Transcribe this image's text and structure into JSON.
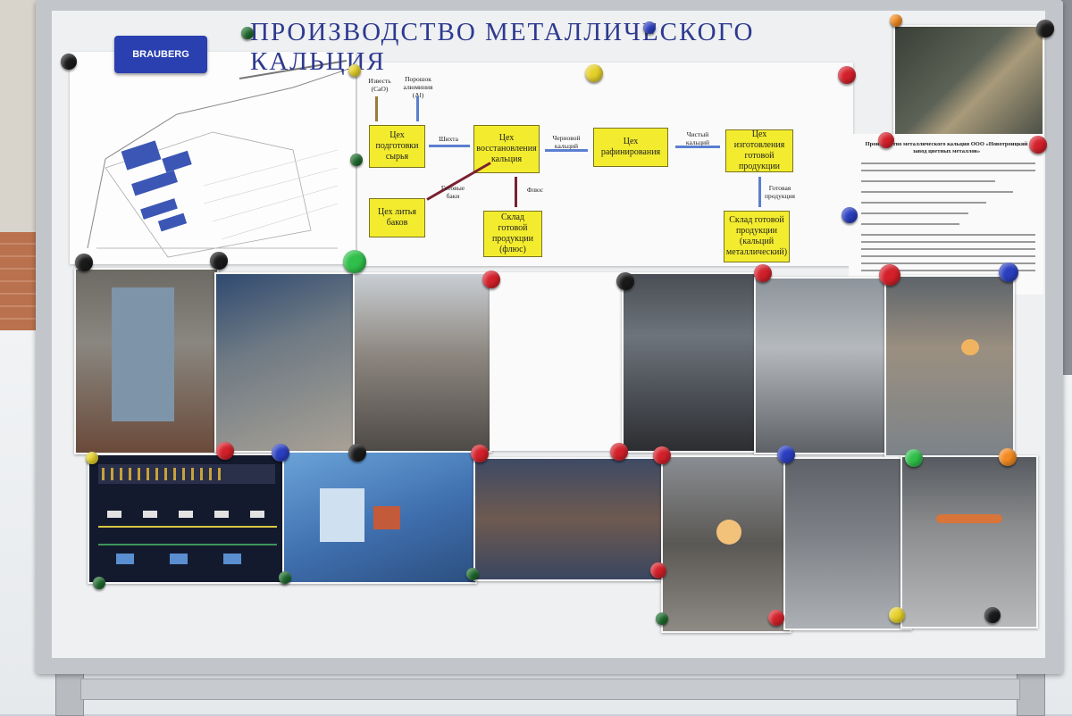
{
  "title": "ПРОИЗВОДСТВО МЕТАЛЛИЧЕСКОГО КАЛЬЦИЯ",
  "brand_label": "BRAUBERG",
  "flowchart": {
    "inputs": [
      "Известь (CaO)",
      "Порошок алюминия (Al)"
    ],
    "boxes": {
      "prep": "Цех подготовки сырья",
      "reduction": "Цех восстановления кальция",
      "refining": "Цех рафинирования",
      "finishing": "Цех изготовления готовой продукции",
      "casting": "Цех литья баков",
      "warehouse_flux": "Склад готовой продукции (флюс)",
      "warehouse_calcium": "Склад готовой продукции (кальций металлический)"
    },
    "arrows": {
      "charge": "Шихта",
      "crude": "Черновой кальций",
      "pure": "Чистый кальций",
      "finished": "Готовая продукция",
      "flux": "Флюс",
      "tanks": "Готовые баки"
    }
  },
  "info_sheet": {
    "title": "Производство металлического кальция ООО «Новотроицкий завод цветных металлов»"
  },
  "colors": {
    "title_blue": "#2e3a8f",
    "box_yellow": "#f3ec2e",
    "arrow_blue": "#5a7fd0",
    "flux_arrow": "#7a2030"
  }
}
